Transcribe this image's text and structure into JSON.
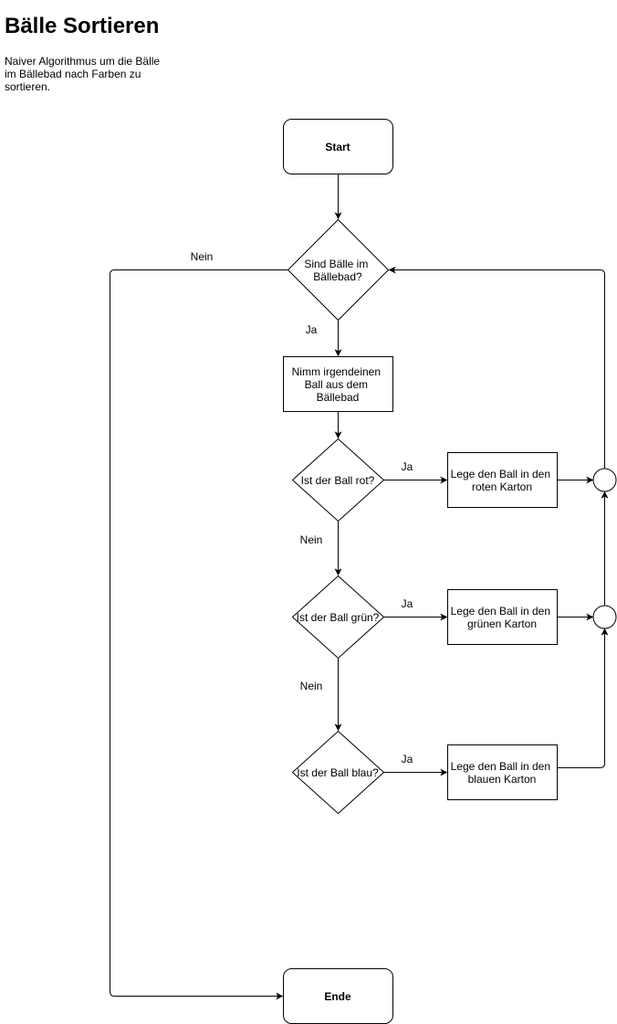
{
  "header": {
    "title": "Bälle Sortieren",
    "description": "Naiver Algorithmus um die Bälle im Bällebad nach Farben zu sortieren."
  },
  "nodes": {
    "start": "Start",
    "decision_balls": [
      "Sind Bälle im",
      "Bällebad?"
    ],
    "take_ball": [
      "Nimm irgendeinen",
      "Ball aus dem",
      "Bällebad"
    ],
    "decision_red": "Ist der Ball rot?",
    "decision_green": "Ist der Ball grün?",
    "decision_blue": "Ist der Ball blau?",
    "put_red": [
      "Lege den Ball in den",
      "roten Karton"
    ],
    "put_green": [
      "Lege den Ball in den",
      "grünen Karton"
    ],
    "put_blue": [
      "Lege den Ball in den",
      "blauen Karton"
    ],
    "end": "Ende"
  },
  "edges": {
    "balls_no": "Nein",
    "balls_yes": "Ja",
    "red_yes": "Ja",
    "red_no": "Nein",
    "green_yes": "Ja",
    "green_no": "Nein",
    "blue_yes": "Ja"
  },
  "colors": {
    "stroke": "#000000",
    "fill": "#ffffff",
    "text": "#000000"
  }
}
